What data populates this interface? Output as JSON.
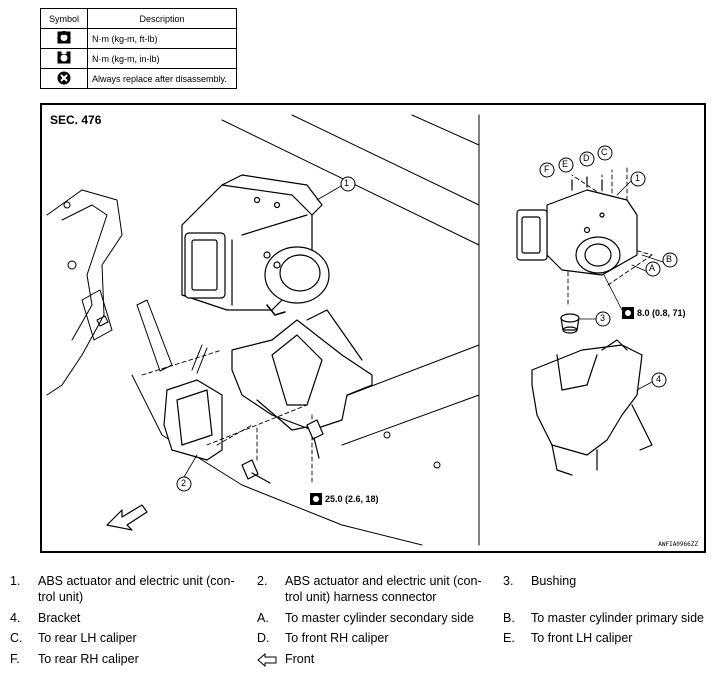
{
  "symbol_table": {
    "header_symbol": "Symbol",
    "header_description": "Description",
    "rows": [
      {
        "icon": "torque-wrench-icon",
        "description": "N·m (kg-m, ft-lb)"
      },
      {
        "icon": "torque-wrench-small-icon",
        "description": "N·m (kg-m, in-lb)"
      },
      {
        "icon": "always-replace-icon",
        "description": "Always replace after disassembly."
      }
    ]
  },
  "figure": {
    "section": "SEC. 476",
    "figure_id": "AWFIA0966ZZ",
    "callouts_left": [
      "1",
      "2"
    ],
    "callouts_right": [
      "F",
      "E",
      "D",
      "C",
      "1",
      "B",
      "A",
      "3",
      "4"
    ],
    "torque_left": "25.0 (2.6, 18)",
    "torque_right": "8.0 (0.8, 71)"
  },
  "legend": [
    {
      "num": "1.",
      "text": "ABS actuator and electric unit (con-",
      "text2": "trol unit)"
    },
    {
      "num": "2.",
      "text": "ABS actuator and electric unit (con-",
      "text2": "trol unit) harness connector"
    },
    {
      "num": "3.",
      "text": "Bushing"
    },
    {
      "num": "4.",
      "text": "Bracket"
    },
    {
      "num": "A.",
      "text": "To master cylinder secondary side"
    },
    {
      "num": "B.",
      "text": "To master cylinder primary side"
    },
    {
      "num": "C.",
      "text": "To rear LH caliper"
    },
    {
      "num": "D.",
      "text": "To front RH caliper"
    },
    {
      "num": "E.",
      "text": "To front LH caliper"
    },
    {
      "num": "F.",
      "text": "To rear RH caliper"
    },
    {
      "num": "front-arrow-icon",
      "text": "Front"
    }
  ]
}
